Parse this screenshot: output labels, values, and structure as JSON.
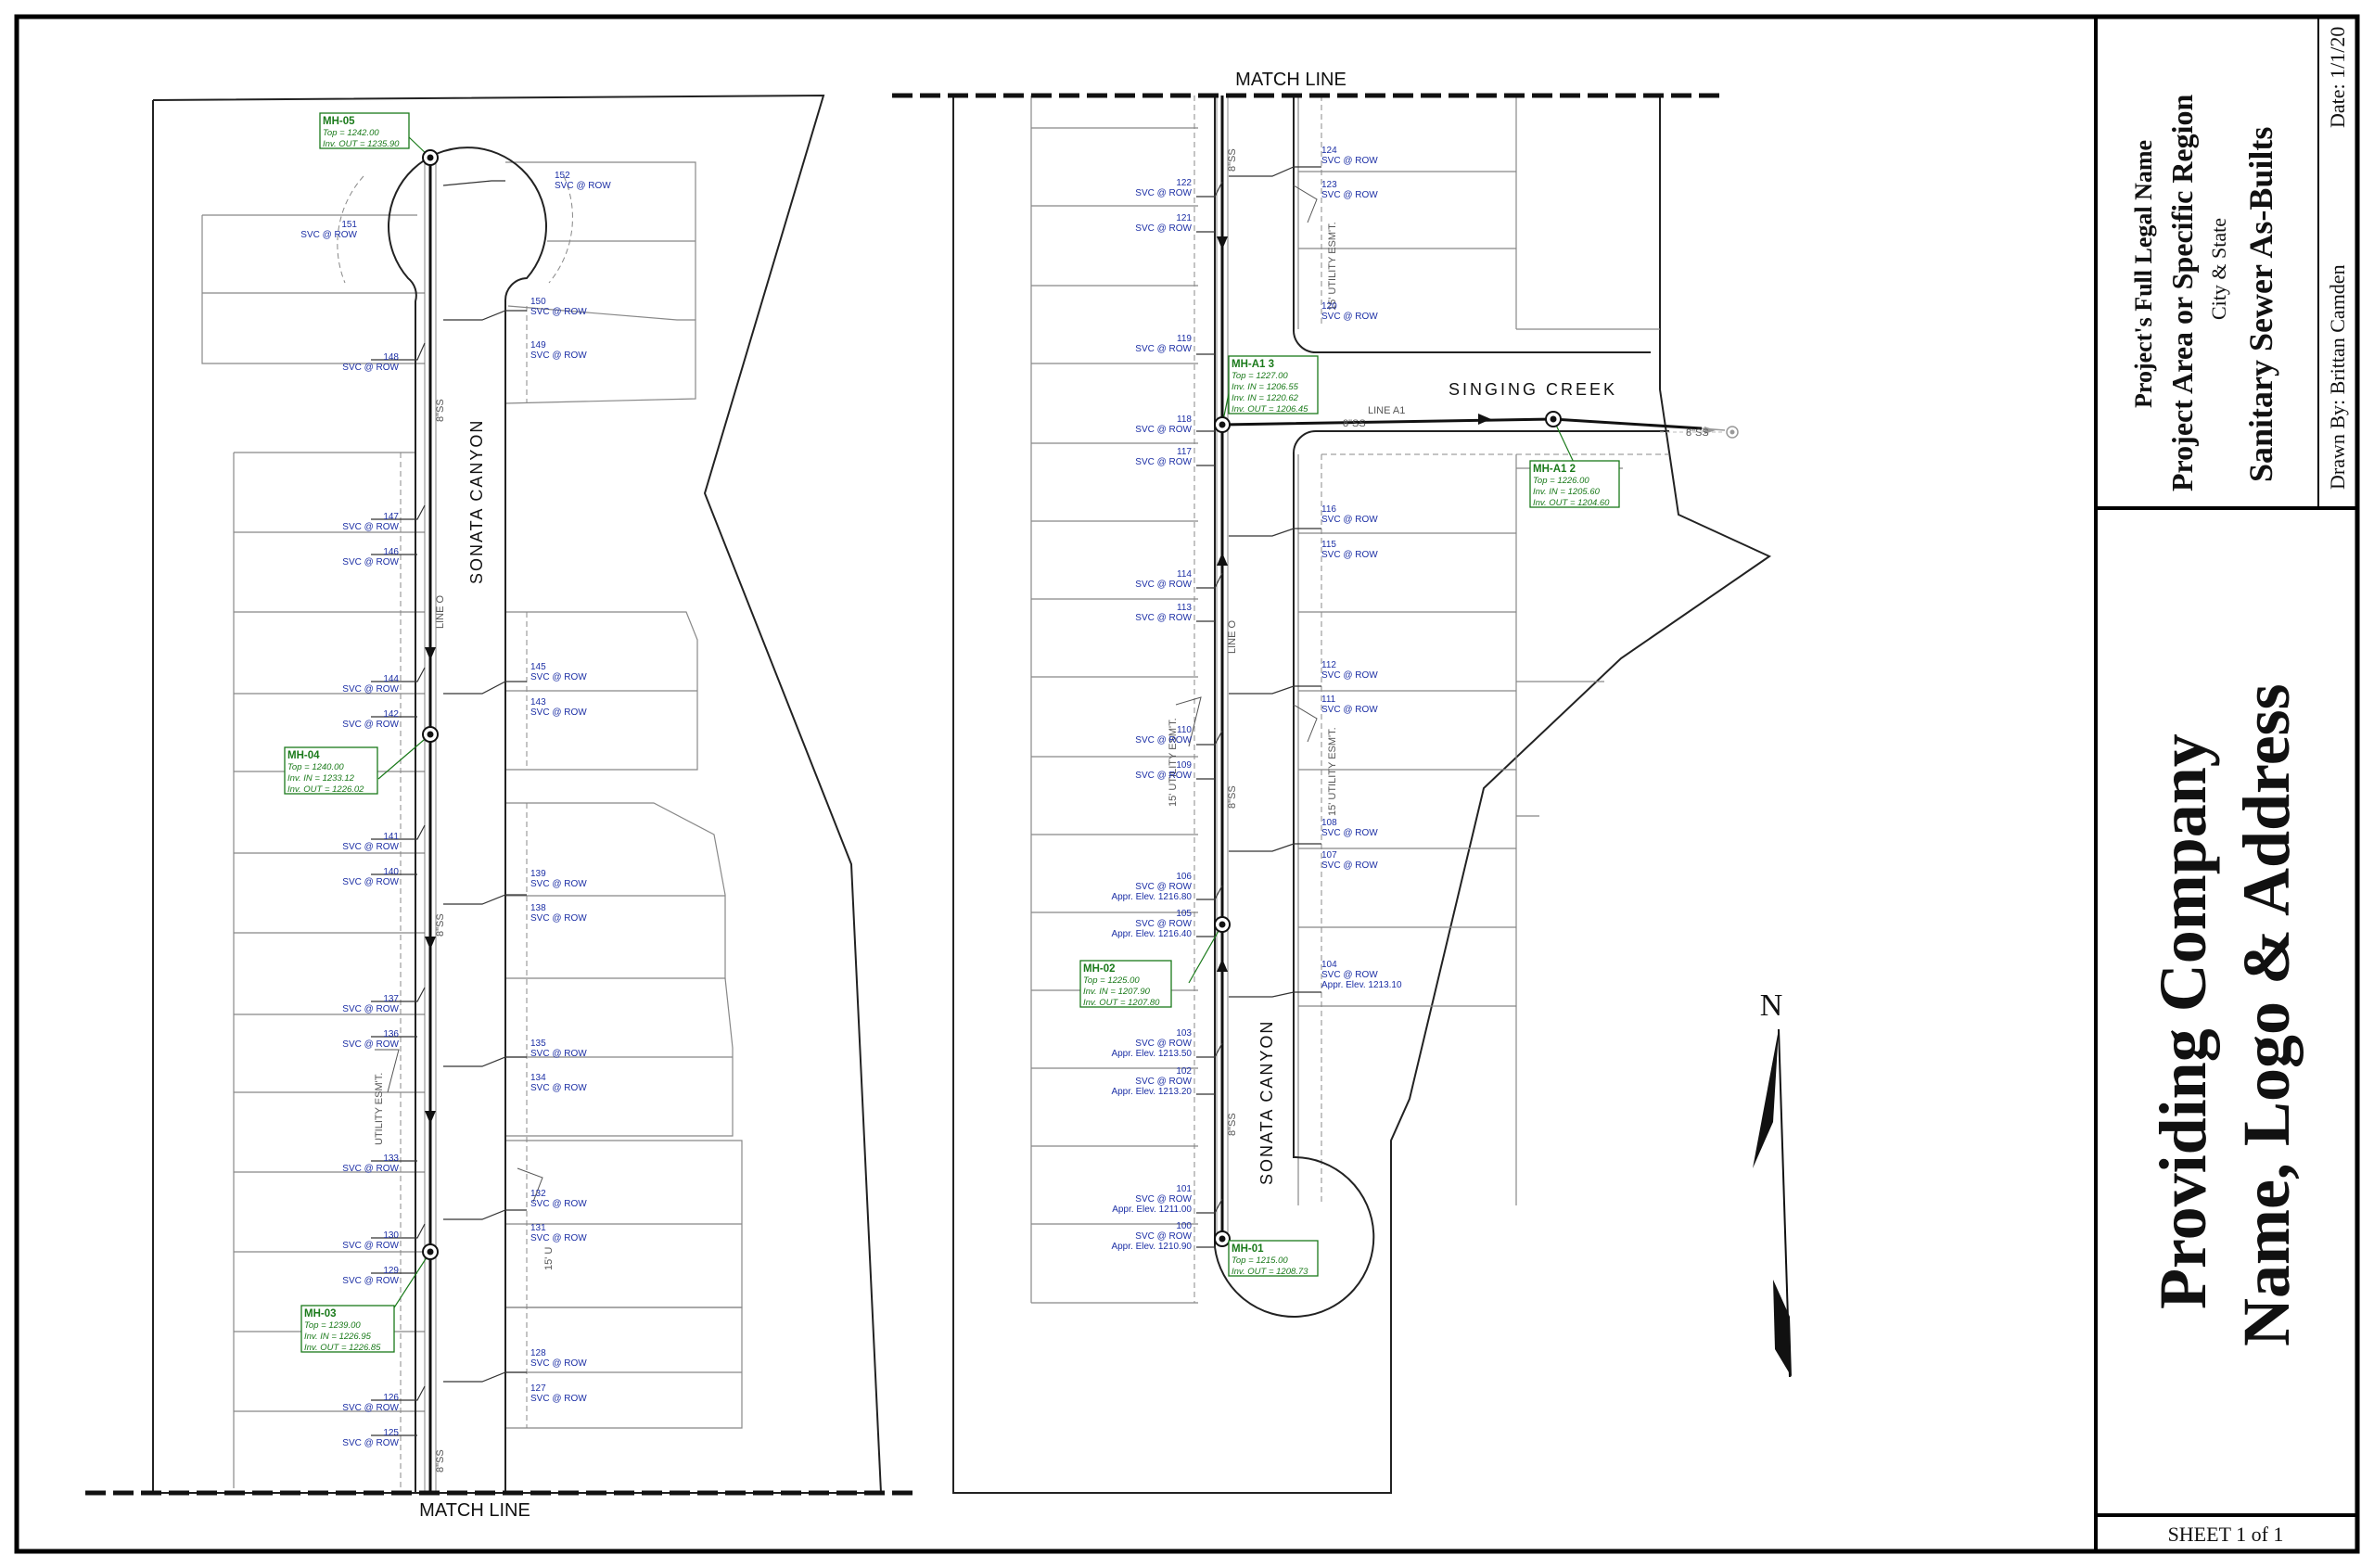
{
  "title_block": {
    "project_name": "Project's Full Legal Name",
    "project_area": "Project Area or Specific Region",
    "city_state": "City & State",
    "sheet_title": "Sanitary Sewer As-Builts",
    "date": "Date: 1/1/20",
    "drawn_by": "Drawn By: Brittan Camden",
    "company_line1": "Providing Company",
    "company_line2": "Name, Logo & Address",
    "sheet_number": "SHEET 1 of 1"
  },
  "labels": {
    "match_line": "MATCH LINE",
    "street_sonata": "SONATA CANYON",
    "street_singing": "SINGING CREEK",
    "line_o": "LINE O",
    "line_a1": "LINE A1",
    "pipe_8ss": "8\"SS",
    "easement_15": "15' UTILITY ESM'T.",
    "easement_utility": "UTILITY ESM'T.",
    "easement_15u": "15' U",
    "north": "N"
  },
  "manholes": [
    {
      "id": "MH-05",
      "lines": [
        "Top = 1242.00",
        "Inv. OUT = 1235.90"
      ]
    },
    {
      "id": "MH-04",
      "lines": [
        "Top = 1240.00",
        "Inv. IN = 1233.12",
        "Inv. OUT = 1226.02"
      ]
    },
    {
      "id": "MH-03",
      "lines": [
        "Top = 1239.00",
        "Inv. IN = 1226.95",
        "Inv. OUT = 1226.85"
      ]
    },
    {
      "id": "MH-A1 3",
      "lines": [
        "Top = 1227.00",
        "Inv. IN = 1206.55",
        "Inv. IN = 1220.62",
        "Inv. OUT = 1206.45"
      ]
    },
    {
      "id": "MH-A1 2",
      "lines": [
        "Top = 1226.00",
        "Inv. IN = 1205.60",
        "Inv. OUT = 1204.60"
      ]
    },
    {
      "id": "MH-02",
      "lines": [
        "Top = 1225.00",
        "Inv. IN = 1207.90",
        "Inv. OUT = 1207.80"
      ]
    },
    {
      "id": "MH-01",
      "lines": [
        "Top = 1215.00",
        "Inv. OUT = 1208.73"
      ]
    }
  ],
  "lots_left": [
    {
      "lines": [
        "152",
        "SVC @ ROW"
      ]
    },
    {
      "lines": [
        "151",
        "SVC @ ROW"
      ]
    },
    {
      "lines": [
        "150",
        "SVC @ ROW"
      ]
    },
    {
      "lines": [
        "149",
        "SVC @ ROW"
      ]
    },
    {
      "lines": [
        "148",
        "SVC @ ROW"
      ]
    },
    {
      "lines": [
        "147",
        "SVC @ ROW"
      ]
    },
    {
      "lines": [
        "146",
        "SVC @ ROW"
      ]
    },
    {
      "lines": [
        "145",
        "SVC @ ROW"
      ]
    },
    {
      "lines": [
        "144",
        "SVC @ ROW"
      ]
    },
    {
      "lines": [
        "143",
        "SVC @ ROW"
      ]
    },
    {
      "lines": [
        "142",
        "SVC @ ROW"
      ]
    },
    {
      "lines": [
        "141",
        "SVC @ ROW"
      ]
    },
    {
      "lines": [
        "140",
        "SVC @ ROW"
      ]
    },
    {
      "lines": [
        "139",
        "SVC @ ROW"
      ]
    },
    {
      "lines": [
        "138",
        "SVC @ ROW"
      ]
    },
    {
      "lines": [
        "137",
        "SVC @ ROW"
      ]
    },
    {
      "lines": [
        "136",
        "SVC @ ROW"
      ]
    },
    {
      "lines": [
        "135",
        "SVC @ ROW"
      ]
    },
    {
      "lines": [
        "134",
        "SVC @ ROW"
      ]
    },
    {
      "lines": [
        "133",
        "SVC @ ROW"
      ]
    },
    {
      "lines": [
        "132",
        "SVC @ ROW"
      ]
    },
    {
      "lines": [
        "131",
        "SVC @ ROW"
      ]
    },
    {
      "lines": [
        "130",
        "SVC @ ROW"
      ]
    },
    {
      "lines": [
        "129",
        "SVC @ ROW"
      ]
    },
    {
      "lines": [
        "128",
        "SVC @ ROW"
      ]
    },
    {
      "lines": [
        "127",
        "SVC @ ROW"
      ]
    },
    {
      "lines": [
        "126",
        "SVC @ ROW"
      ]
    },
    {
      "lines": [
        "125",
        "SVC @ ROW"
      ]
    }
  ],
  "lots_right": [
    {
      "lines": [
        "124",
        "SVC @ ROW"
      ]
    },
    {
      "lines": [
        "123",
        "SVC @ ROW"
      ]
    },
    {
      "lines": [
        "122",
        "SVC @ ROW"
      ]
    },
    {
      "lines": [
        "121",
        "SVC @ ROW"
      ]
    },
    {
      "lines": [
        "120",
        "SVC @ ROW"
      ]
    },
    {
      "lines": [
        "119",
        "SVC @ ROW"
      ]
    },
    {
      "lines": [
        "118",
        "SVC @ ROW"
      ]
    },
    {
      "lines": [
        "117",
        "SVC @ ROW"
      ]
    },
    {
      "lines": [
        "116",
        "SVC @ ROW"
      ]
    },
    {
      "lines": [
        "115",
        "SVC @ ROW"
      ]
    },
    {
      "lines": [
        "114",
        "SVC @ ROW"
      ]
    },
    {
      "lines": [
        "113",
        "SVC @ ROW"
      ]
    },
    {
      "lines": [
        "112",
        "SVC @ ROW"
      ]
    },
    {
      "lines": [
        "111",
        "SVC @ ROW"
      ]
    },
    {
      "lines": [
        "110",
        "SVC @ ROW"
      ]
    },
    {
      "lines": [
        "109",
        "SVC @ ROW"
      ]
    },
    {
      "lines": [
        "108",
        "SVC @ ROW"
      ]
    },
    {
      "lines": [
        "107",
        "SVC @ ROW"
      ]
    },
    {
      "lines": [
        "106",
        "SVC @ ROW",
        "Appr. Elev. 1216.80"
      ]
    },
    {
      "lines": [
        "105",
        "SVC @ ROW",
        "Appr. Elev. 1216.40"
      ]
    },
    {
      "lines": [
        "104",
        "SVC @ ROW",
        "Appr. Elev. 1213.10"
      ]
    },
    {
      "lines": [
        "103",
        "SVC @ ROW",
        "Appr. Elev. 1213.50"
      ]
    },
    {
      "lines": [
        "102",
        "SVC @ ROW",
        "Appr. Elev. 1213.20"
      ]
    },
    {
      "lines": [
        "101",
        "SVC @ ROW",
        "Appr. Elev. 1211.00"
      ]
    },
    {
      "lines": [
        "100",
        "SVC @ ROW",
        "Appr. Elev. 1210.90"
      ]
    }
  ],
  "colors": {
    "lot_text": "#1c2fa5",
    "manhole": "#1a7a1a",
    "ink": "#111111"
  }
}
